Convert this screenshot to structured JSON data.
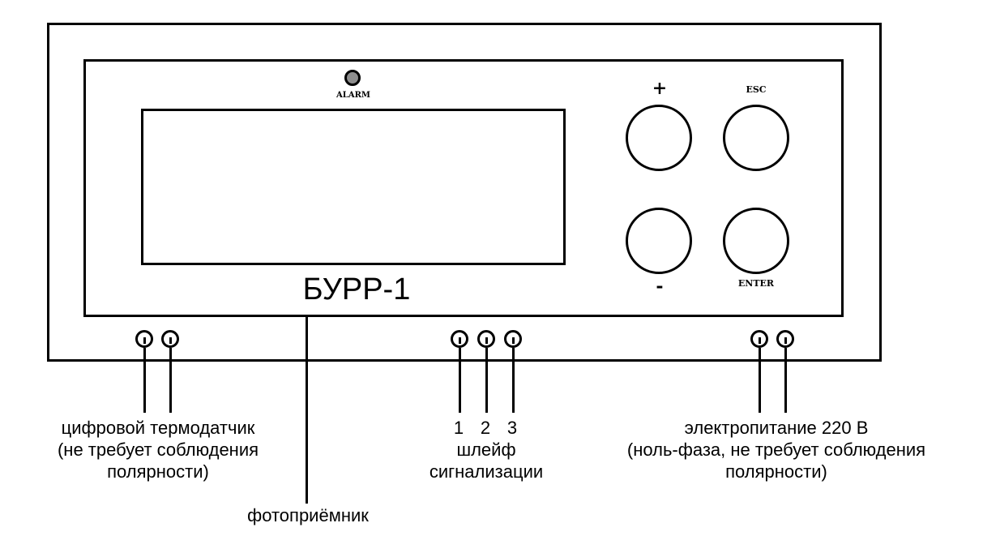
{
  "device": {
    "model": "БУРР-1",
    "alarm_label": "ALARM",
    "buttons": {
      "plus_label": "+",
      "esc_label": "ESC",
      "minus_label": "-",
      "enter_label": "ENTER"
    }
  },
  "connectors": {
    "thermo": {
      "line1": "цифровой термодатчик",
      "line2": "(не требует соблюдения",
      "line3": "полярности)"
    },
    "loop": {
      "terminal_1": "1",
      "terminal_2": "2",
      "terminal_3": "3",
      "line1": "шлейф",
      "line2": "сигнализации"
    },
    "power": {
      "line1": "электропитание 220 В",
      "line2": "(ноль-фаза, не требует соблюдения",
      "line3": "полярности)"
    },
    "photo": {
      "label": "фотоприёмник"
    }
  }
}
